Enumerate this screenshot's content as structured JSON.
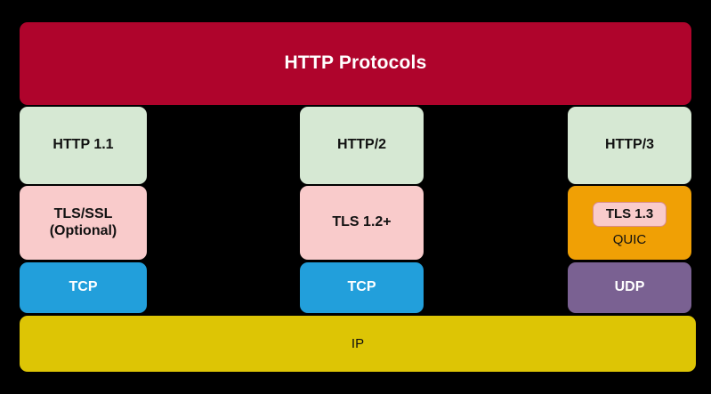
{
  "diagram": {
    "title": "HTTP Protocols",
    "background_color": "#000000",
    "banner": {
      "label": "HTTP Protocols",
      "color": "#AF042C",
      "text_color": "#FFFFFF"
    },
    "foundation": {
      "label": "IP",
      "color": "#DDC505",
      "text_color": "#101010"
    },
    "columns": [
      {
        "name": "http-1-1-stack",
        "application": {
          "label": "HTTP 1.1",
          "color": "#D6E8D3"
        },
        "security": {
          "label_line1": "TLS/SSL",
          "label_line2": "(Optional)",
          "color": "#F9CBCB"
        },
        "transport": {
          "label": "TCP",
          "color": "#229FDB"
        }
      },
      {
        "name": "http-2-stack",
        "application": {
          "label": "HTTP/2",
          "color": "#D6E8D3"
        },
        "security": {
          "label_line1": "TLS 1.2+",
          "color": "#F9CBCB"
        },
        "transport": {
          "label": "TCP",
          "color": "#229FDB"
        }
      },
      {
        "name": "http-3-stack",
        "application": {
          "label": "HTTP/3",
          "color": "#D6E8D3"
        },
        "security": {
          "chip_label": "TLS 1.3",
          "container_label": "QUIC",
          "color": "#F0A005",
          "chip_color": "#F9CBCB"
        },
        "transport": {
          "label": "UDP",
          "color": "#7A6192"
        }
      }
    ]
  }
}
